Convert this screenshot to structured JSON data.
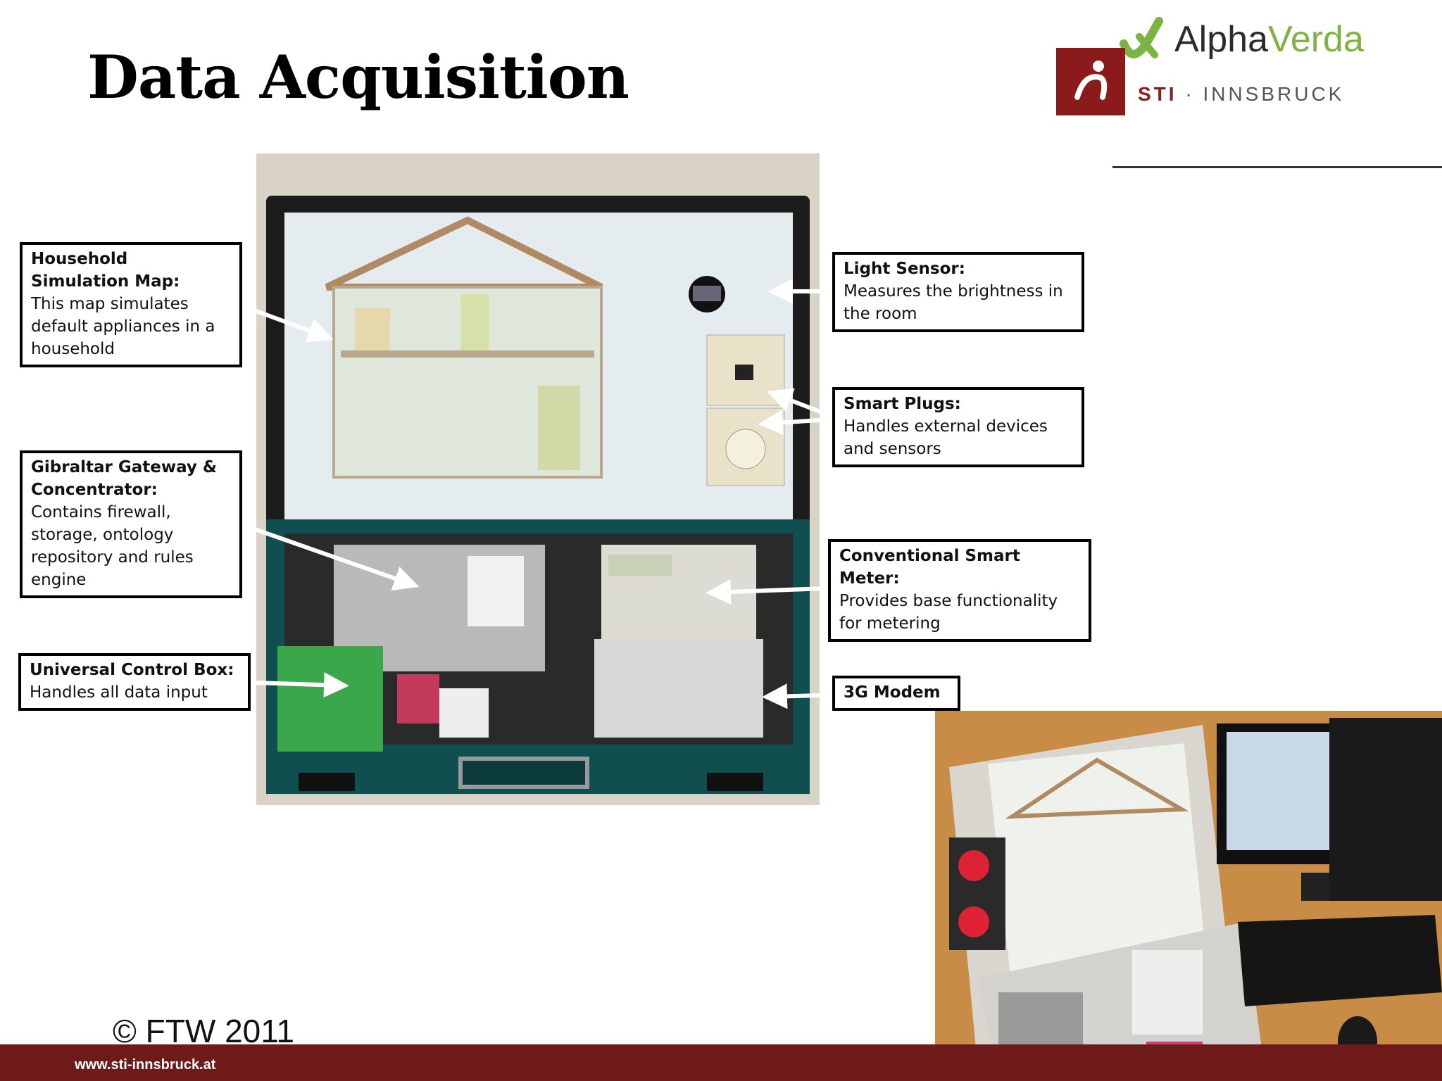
{
  "slide": {
    "title": "Data Acquisition",
    "copyright": "© FTW 2011",
    "footer_url": "www.sti-innsbruck.at"
  },
  "logos": {
    "alphaverda_alpha": "Alpha",
    "alphaverda_verda": "Verda",
    "sti_bold": "STI",
    "sti_rest": " · INNSBRUCK"
  },
  "callouts": {
    "household": {
      "head": "Household Simulation Map:",
      "body": "This map simulates default appliances in a household"
    },
    "gateway": {
      "head": "Gibraltar Gateway & Concentrator:",
      "body": "Contains firewall, storage, ontology repository and rules engine"
    },
    "control": {
      "head": "Universal Control Box:",
      "body": "Handles all data input"
    },
    "light": {
      "head": "Light Sensor:",
      "body": "Measures the brightness in the room"
    },
    "plugs": {
      "head": "Smart Plugs:",
      "body": "Handles external devices and sensors"
    },
    "meter": {
      "head": "Conventional Smart Meter:",
      "body": "Provides base functionality for metering"
    },
    "modem": {
      "head": "3G Modem",
      "body": ""
    }
  },
  "colors": {
    "footer": "#6e1a1a",
    "sti_red": "#8b1a1a",
    "alpha_green": "#7cb342"
  }
}
